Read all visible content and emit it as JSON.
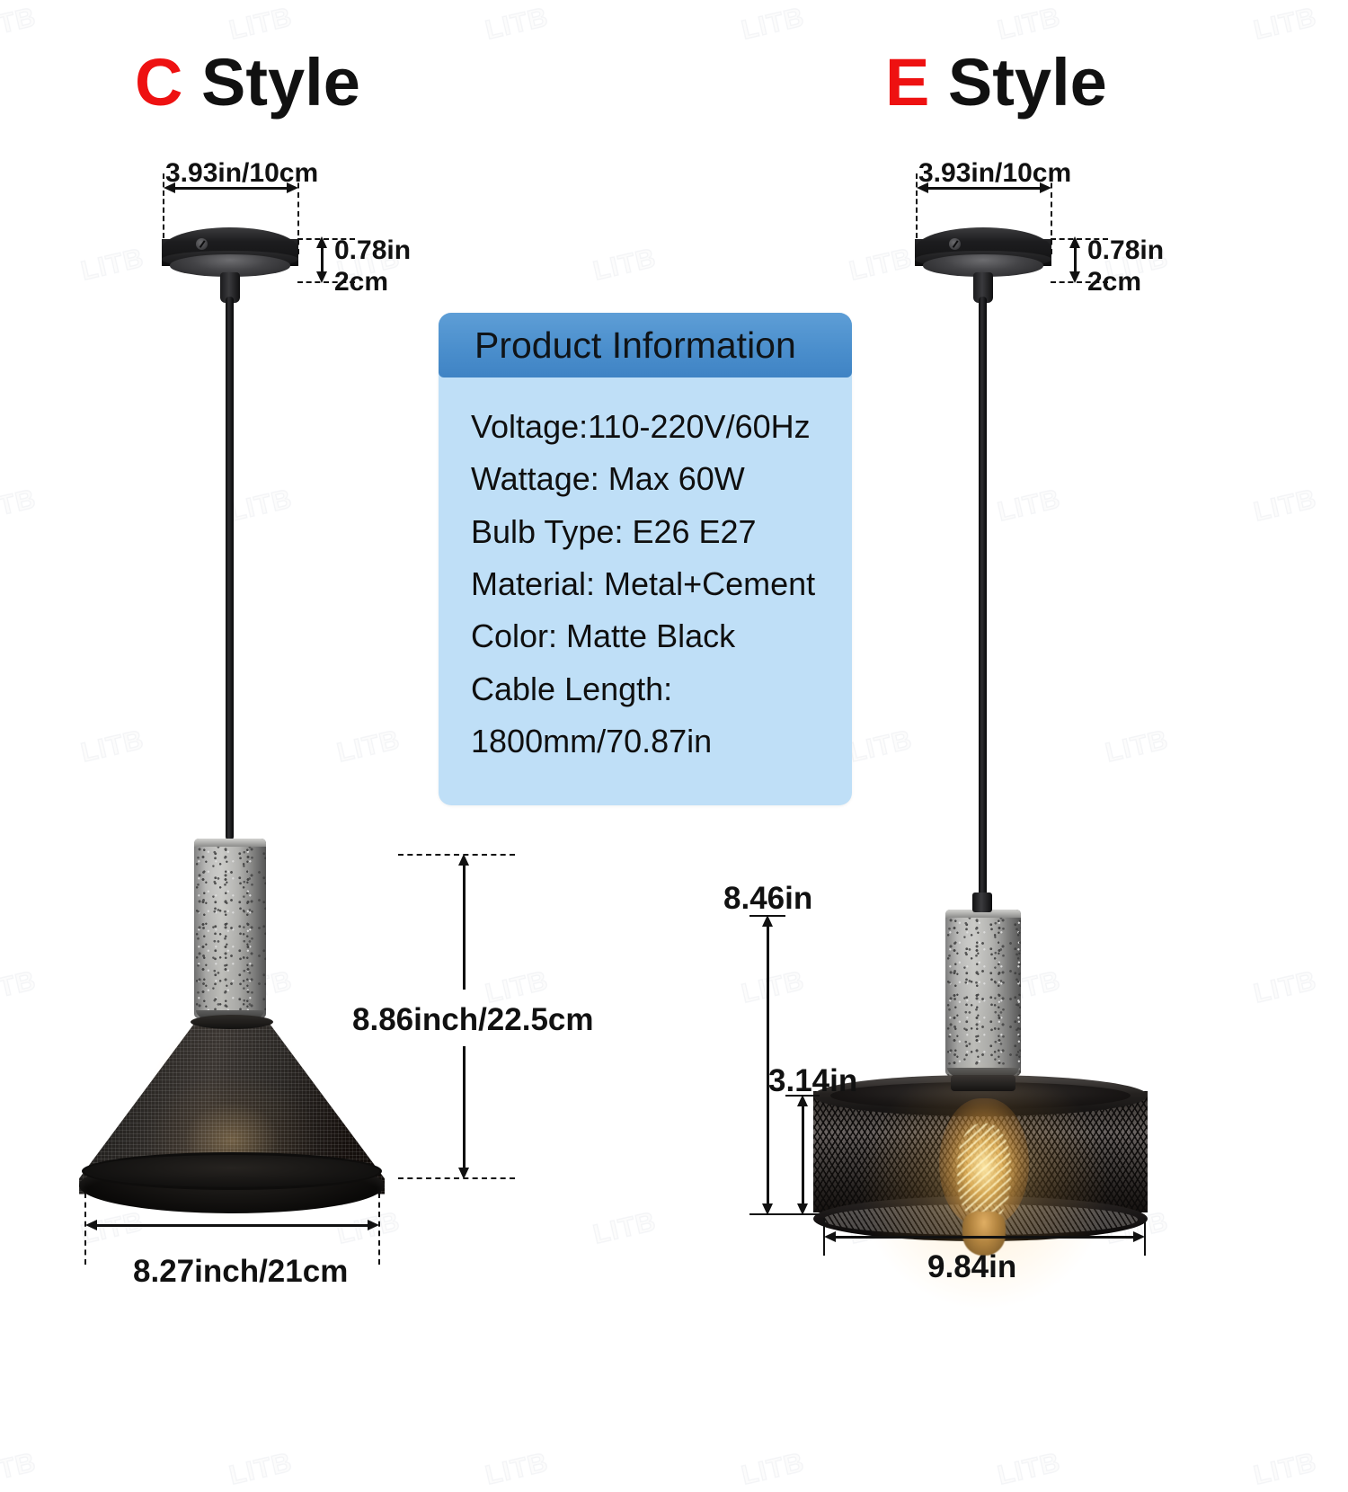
{
  "brand_watermark": "LITB",
  "styles": [
    {
      "id": "c",
      "letter": "C",
      "word": "Style",
      "canopy_width": "3.93in/10cm",
      "canopy_height_line1": "0.78in",
      "canopy_height_line2": "2cm",
      "shade_height": "8.86inch/22.5cm",
      "shade_width": "8.27inch/21cm"
    },
    {
      "id": "e",
      "letter": "E",
      "word": "Style",
      "canopy_width": "3.93in/10cm",
      "canopy_height_line1": "0.78in",
      "canopy_height_line2": "2cm",
      "total_height": "8.46in",
      "shade_height": "3.14in",
      "shade_width": "9.84in"
    }
  ],
  "info_card": {
    "title": "Product Information",
    "header_color": "#4b8fcd",
    "body_color": "#bfdff7",
    "rows": [
      "Voltage:110-220V/60Hz",
      "Wattage: Max 60W",
      "Bulb Type: E26 E27",
      "Material: Metal+Cement",
      "Color: Matte Black",
      "Cable Length:",
      "1800mm/70.87in"
    ]
  },
  "colors": {
    "accent_red": "#ee1111",
    "text_black": "#111111",
    "cement_grey": "#a9a9a6",
    "matte_black": "#16100d",
    "bulb_amber": "#ffbe50"
  }
}
